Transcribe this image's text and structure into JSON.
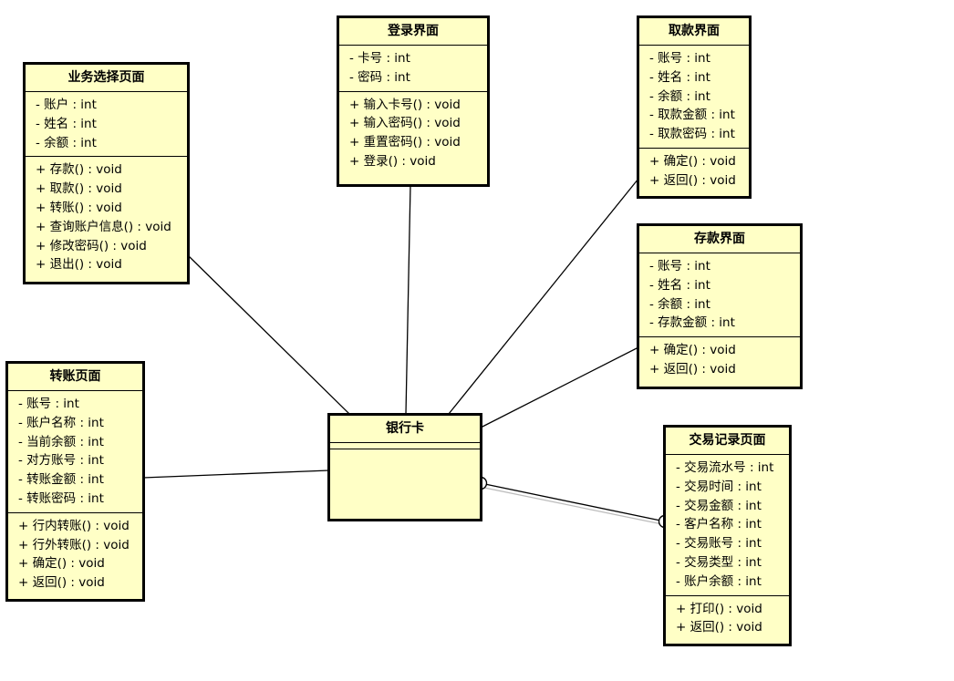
{
  "classes": {
    "login": {
      "name": "登录界面",
      "attributes": [
        "- 卡号 : int",
        "- 密码 : int"
      ],
      "operations": [
        "+ 输入卡号() : void",
        "+ 输入密码() : void",
        "+ 重置密码() : void",
        "+ 登录() : void"
      ]
    },
    "business": {
      "name": "业务选择页面",
      "attributes": [
        "- 账户 : int",
        "- 姓名 : int",
        "- 余额 : int"
      ],
      "operations": [
        "+ 存款() : void",
        "+ 取款() : void",
        "+ 转账() : void",
        "+ 查询账户信息() : void",
        "+ 修改密码() : void",
        "+ 退出() : void"
      ]
    },
    "withdraw": {
      "name": "取款界面",
      "attributes": [
        "- 账号 : int",
        "- 姓名 : int",
        "- 余额 : int",
        "- 取款金额 : int",
        "- 取款密码 : int"
      ],
      "operations": [
        "+ 确定() : void",
        "+ 返回() : void"
      ]
    },
    "deposit": {
      "name": "存款界面",
      "attributes": [
        "- 账号 : int",
        "- 姓名 : int",
        "- 余额 : int",
        "- 存款金额 : int"
      ],
      "operations": [
        "+ 确定() : void",
        "+ 返回() : void"
      ]
    },
    "transfer": {
      "name": "转账页面",
      "attributes": [
        "- 账号 : int",
        "- 账户名称 : int",
        "- 当前余额 : int",
        "- 对方账号 : int",
        "- 转账金额 : int",
        "- 转账密码 : int"
      ],
      "operations": [
        "+ 行内转账() : void",
        "+ 行外转账() : void",
        "+ 确定() : void",
        "+ 返回() : void"
      ]
    },
    "card": {
      "name": "银行卡",
      "attributes": [],
      "operations": []
    },
    "records": {
      "name": "交易记录页面",
      "attributes": [
        "- 交易流水号 : int",
        "- 交易时间 : int",
        "- 交易金额 : int",
        "- 客户名称 : int",
        "- 交易账号 : int",
        "- 交易类型 : int",
        "- 账户余额 : int"
      ],
      "operations": [
        "+ 打印() : void",
        "+ 返回() : void"
      ]
    }
  },
  "colors": {
    "class_fill": "#ffffc6",
    "border": "#000000"
  }
}
